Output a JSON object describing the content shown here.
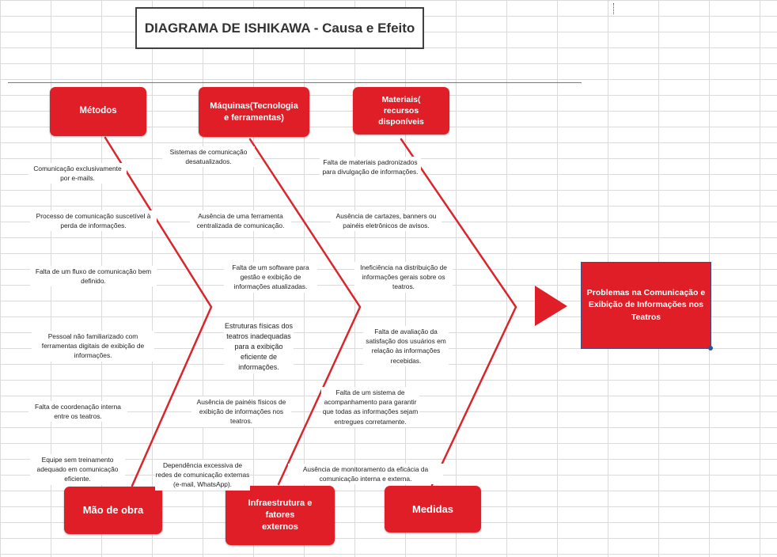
{
  "title": "DIAGRAMA DE ISHIKAWA - Causa e Efeito",
  "effect": "Problemas na Comunicação e Exibição de Informações nos Teatros",
  "colors": {
    "category": "#e01e27",
    "bone": "#d9262c",
    "arrow": "#e01e27"
  },
  "categories": {
    "metodos": "Métodos",
    "maquinas": "Máquinas(Tecnologia e ferramentas)",
    "materiais": "Materiais( recursos disponíveis",
    "mao_de_obra": "Mão de obra",
    "infraestrutura": "Infraestrutura e fatores externos",
    "medidas": "Medidas"
  },
  "causes": {
    "col1": [
      "Comunicação exclusivamente por e-mails.",
      "Processo de comunicação suscetível à perda de informações.",
      "Falta de um fluxo de comunicação bem definido.",
      "Pessoal não familiarizado com ferramentas digitais de exibição de informações.",
      "Falta de coordenação interna entre os teatros.",
      "Equipe sem treinamento adequado em comunicação eficiente."
    ],
    "col2": [
      "Sistemas de comunicação desatualizados.",
      "Ausência de uma ferramenta centralizada de comunicação.",
      "Falta de um software para gestão e exibição de informações atualizadas.",
      "Estruturas físicas dos teatros inadequadas para a exibição eficiente de informações.",
      "Ausência de painéis físicos de exibição de informações nos teatros.",
      "Dependência excessiva de redes de comunicação externas (e-mail, WhatsApp)."
    ],
    "col3": [
      "Falta de materiais padronizados para divulgação de informações.",
      "Ausência de cartazes, banners ou painéis eletrônicos de avisos.",
      "Ineficiência na distribuição de informações gerais sobre os teatros.",
      "Falta de avaliação da satisfação dos usuários em relação às informações recebidas.",
      "Falta de um sistema de acompanhamento para garantir que todas as informações sejam entregues corretamente.",
      "Ausência de monitoramento da eficácia da comunicação interna e externa."
    ]
  }
}
